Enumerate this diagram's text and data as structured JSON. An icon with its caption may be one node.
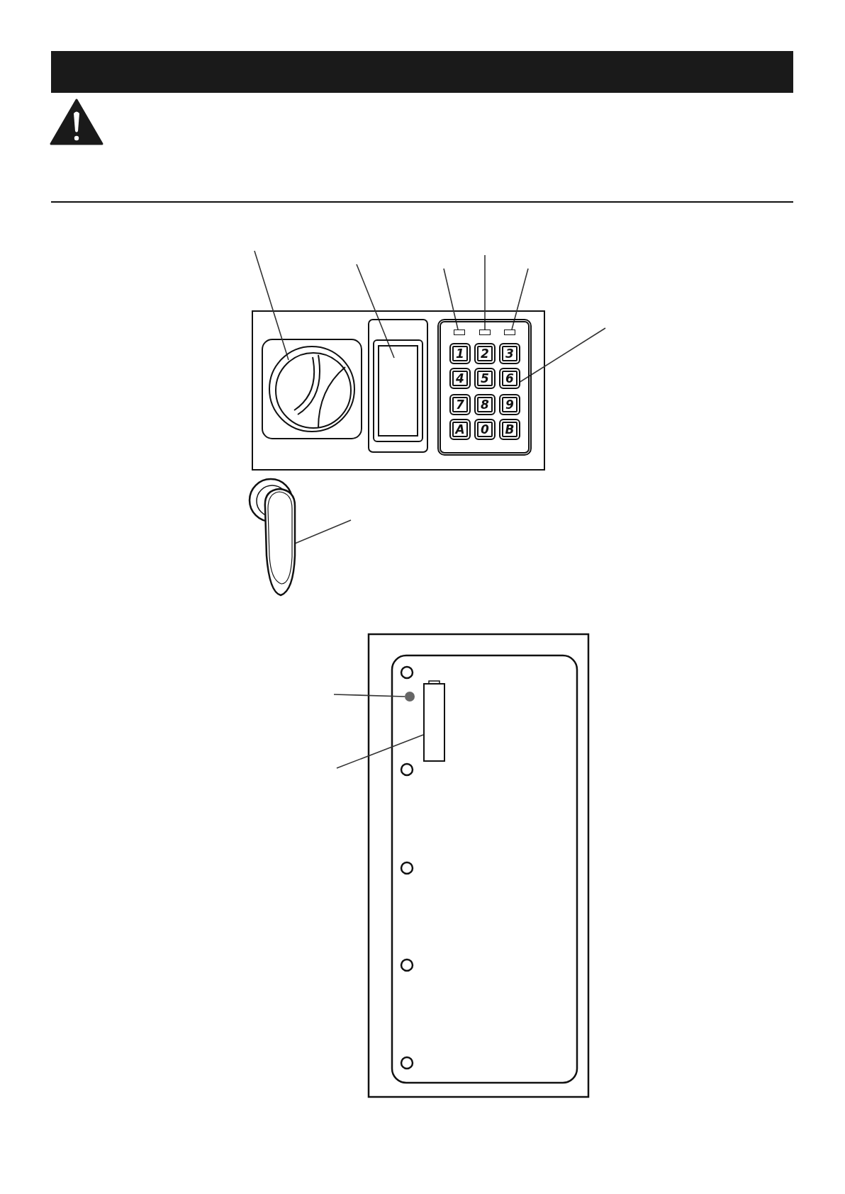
{
  "diagram": {
    "nodes": [
      {
        "text": [],
        "shape": "circle"
      },
      {
        "text": [],
        "shape": "box"
      },
      {
        "text": [],
        "shape": "box"
      },
      {
        "text": [],
        "shape": "box",
        "in": 2
      },
      {
        "text": [],
        "shape": "box",
        "in": 2
      },
      {
        "text": [],
        "shape": "box",
        "in": 2
      },
      {
        "text": [
          "1"
        ],
        "in": 2
      },
      {
        "text": [
          "2"
        ],
        "in": 2
      },
      {
        "text": [
          "3"
        ],
        "in": 2
      },
      {
        "text": [
          "4"
        ],
        "in": 2
      },
      {
        "text": [
          "5"
        ],
        "in": 2
      },
      {
        "text": [
          "6"
        ],
        "in": 2
      },
      {
        "text": [
          "7"
        ],
        "in": 2
      },
      {
        "text": [
          "8"
        ],
        "in": 2
      },
      {
        "text": [
          "9"
        ],
        "in": 2
      },
      {
        "text": [
          "A"
        ],
        "in": 2
      },
      {
        "text": [
          "0"
        ],
        "in": 2
      },
      {
        "text": [
          "B"
        ],
        "in": 2
      },
      {
        "text": [],
        "shape": "handle"
      },
      {
        "text": [],
        "shape": "circle"
      },
      {
        "text": [],
        "shape": "cylinder"
      }
    ],
    "edges": [
      {
        "from": null,
        "to": 0,
        "arrow": "none"
      },
      {
        "from": null,
        "to": 1,
        "arrow": "none"
      },
      {
        "from": null,
        "to": 3,
        "arrow": "none"
      },
      {
        "from": null,
        "to": 4,
        "arrow": "none"
      },
      {
        "from": null,
        "to": 5,
        "arrow": "none"
      },
      {
        "from": null,
        "to": 2,
        "arrow": "none"
      },
      {
        "from": null,
        "to": 18,
        "arrow": "none"
      },
      {
        "from": null,
        "to": 19,
        "arrow": "none"
      },
      {
        "from": null,
        "to": 20,
        "arrow": "none"
      }
    ]
  }
}
